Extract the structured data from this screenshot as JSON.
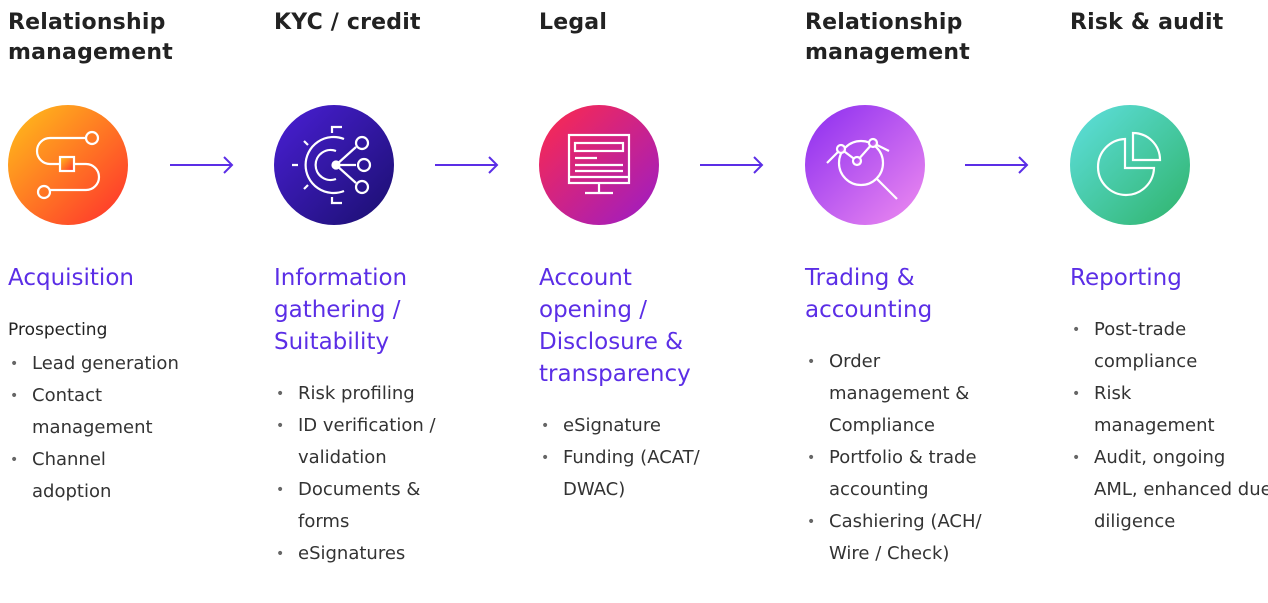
{
  "colors": {
    "accent_purple": "#5b2ee6",
    "arrow": "#5b2ee6",
    "icon1_gradient": [
      "#ffc21a",
      "#ff2d2d"
    ],
    "icon2_gradient": [
      "#4a1fd6",
      "#1a0f6e"
    ],
    "icon3_gradient": [
      "#ff2a4a",
      "#9a1cc8"
    ],
    "icon4_gradient": [
      "#8a2cf0",
      "#f08cf0"
    ],
    "icon5_gradient": [
      "#5fe0e0",
      "#2fb36a"
    ]
  },
  "steps": [
    {
      "heading": "Relationship management",
      "icon": "workflow-path-icon",
      "stage": "Acquisition",
      "subheading": "Prospecting",
      "bullets": [
        "Lead generation",
        "Contact management",
        "Channel adoption"
      ]
    },
    {
      "heading": "KYC / credit",
      "icon": "gear-network-icon",
      "stage": "Information gathering / Suitability",
      "subheading": "",
      "bullets": [
        "Risk profiling",
        "ID verification / validation",
        "Documents & forms",
        "eSignatures"
      ]
    },
    {
      "heading": "Legal",
      "icon": "monitor-document-icon",
      "stage": "Account opening / Disclosure & transparency",
      "subheading": "",
      "bullets": [
        "eSignature",
        "Funding (ACAT/ DWAC)"
      ]
    },
    {
      "heading": "Relationship management",
      "icon": "chart-magnifier-icon",
      "stage": "Trading & accounting",
      "subheading": "",
      "bullets": [
        "Order management & Compliance",
        "Portfolio & trade accounting",
        "Cashiering (ACH/ Wire / Check)"
      ]
    },
    {
      "heading": "Risk & audit",
      "icon": "pie-chart-icon",
      "stage": "Reporting",
      "subheading": "",
      "bullets": [
        "Post-trade compliance",
        "Risk management",
        "Audit, ongoing AML, enhanced due diligence"
      ]
    }
  ]
}
